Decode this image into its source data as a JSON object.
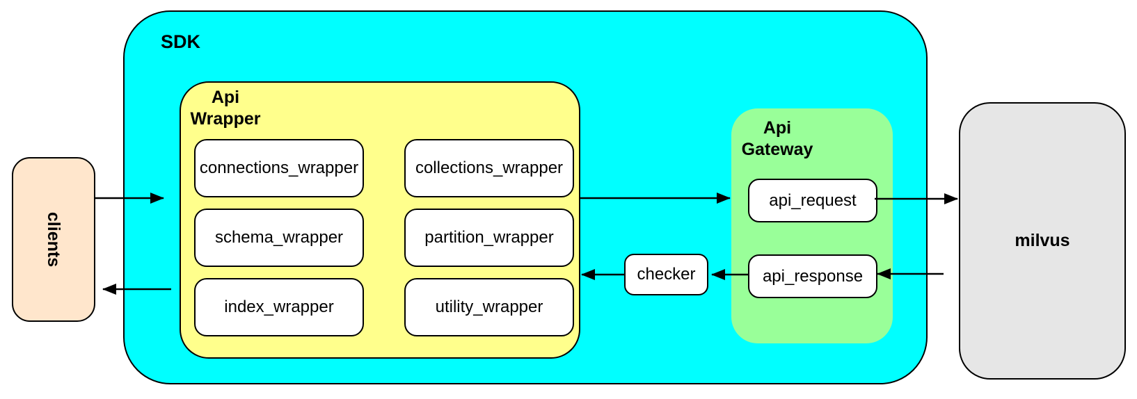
{
  "clients": {
    "label": "clients"
  },
  "sdk": {
    "label": "SDK"
  },
  "wrapper": {
    "title": "Api\nWrapper",
    "items": [
      "connections_wrapper",
      "collections_wrapper",
      "schema_wrapper",
      "partition_wrapper",
      "index_wrapper",
      "utility_wrapper"
    ]
  },
  "gateway": {
    "title": "Api\nGateway",
    "items": [
      "api_request",
      "api_response"
    ]
  },
  "checker": {
    "label": "checker"
  },
  "milvus": {
    "label": "milvus"
  },
  "colors": {
    "sdk_fill": "#00ffff",
    "wrapper_fill": "#ffff8c",
    "gateway_fill": "#99ff99",
    "clients_fill": "#ffe6cc",
    "milvus_fill": "#e6e6e6",
    "node_fill": "#ffffff",
    "line": "#000000"
  },
  "connections": [
    {
      "from": "clients",
      "to": "sdk"
    },
    {
      "from": "sdk",
      "to": "clients"
    },
    {
      "from": "api_wrapper",
      "to": "api_gateway"
    },
    {
      "from": "api_request",
      "to": "milvus"
    },
    {
      "from": "milvus",
      "to": "api_response"
    },
    {
      "from": "api_response",
      "to": "checker"
    },
    {
      "from": "checker",
      "to": "api_wrapper"
    }
  ]
}
